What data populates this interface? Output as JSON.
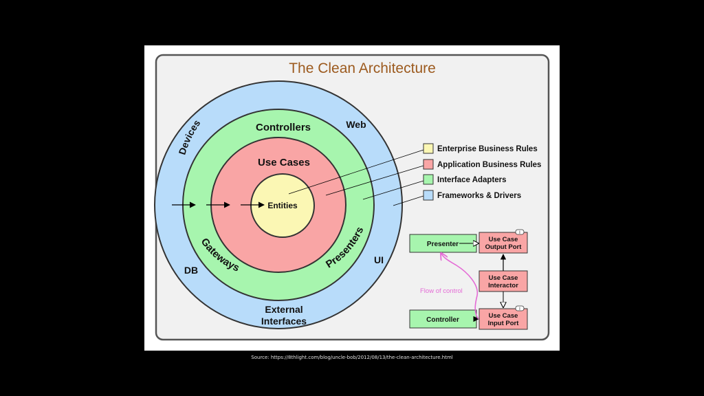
{
  "title": "The Clean Architecture",
  "rings": {
    "outer": [
      "Devices",
      "Web",
      "DB",
      "UI",
      "External",
      "Interfaces"
    ],
    "adapters": [
      "Controllers",
      "Gateways",
      "Presenters"
    ],
    "use_cases": "Use Cases",
    "entities": "Entities"
  },
  "legend": [
    {
      "label": "Enterprise Business Rules",
      "color": "#fbf7b4"
    },
    {
      "label": "Application Business Rules",
      "color": "#f9a5a5"
    },
    {
      "label": "Interface Adapters",
      "color": "#a7f5ae"
    },
    {
      "label": "Frameworks & Drivers",
      "color": "#b8dcfa"
    }
  ],
  "flow": {
    "presenter": "Presenter",
    "controller": "Controller",
    "output_port": [
      "Use Case",
      "Output Port"
    ],
    "interactor": [
      "Use Case",
      "Interactor"
    ],
    "input_port": [
      "Use Case",
      "Input Port"
    ],
    "interface_mark": "I",
    "flow_label": "Flow of control"
  },
  "colors": {
    "outer_ring": "#b8dcfa",
    "adapter_ring": "#a7f5ae",
    "usecase_ring": "#f9a5a5",
    "entity_core": "#fbf7b4",
    "title": "#9c5a1e",
    "flow": "#e46bd6"
  },
  "source": "Source: https://8thlight.com/blog/uncle-bob/2012/08/13/the-clean-architecture.html"
}
